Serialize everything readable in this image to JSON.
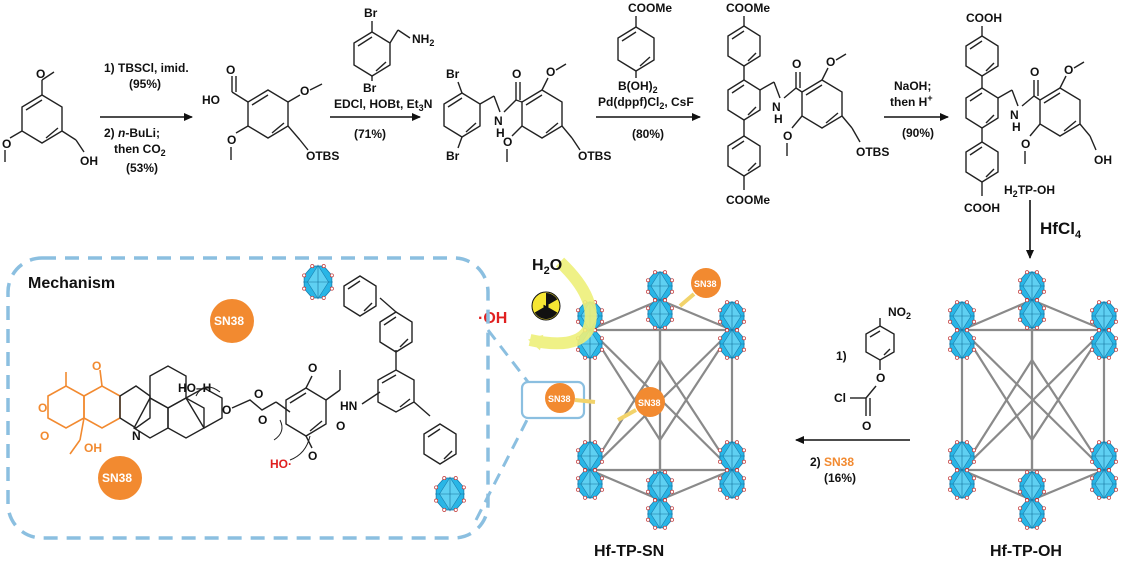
{
  "step1": {
    "reagent1": "1) TBSCl, imid.",
    "yield1": "(95%)",
    "reagent2_prefix": "2) ",
    "reagent2_italic": "n",
    "reagent2_rest": "-BuLi;",
    "reagent3_prefix": "then CO",
    "reagent3_sub": "2",
    "yield2": "(53%)"
  },
  "step2": {
    "amine_label": "NH",
    "amine_sub": "2",
    "br_top": "Br",
    "br_bottom": "Br",
    "reagent_prefix": "EDCl, HOBt, Et",
    "reagent_sub": "3",
    "reagent_suffix": "N",
    "yield": "(71%)"
  },
  "step3": {
    "top_label": "COOMe",
    "boronic_prefix": "B(OH)",
    "boronic_sub": "2",
    "catalyst_prefix": "Pd(dppf)Cl",
    "catalyst_sub": "2",
    "catalyst_suffix": ", CsF",
    "yield": "(80%)"
  },
  "step4": {
    "reagent1": "NaOH;",
    "reagent2_prefix": "then H",
    "reagent2_sup": "+",
    "yield": "(90%)"
  },
  "molecules": {
    "ho": "HO",
    "o": "O",
    "otbs": "OTBS",
    "oh": "OH",
    "nh": "N",
    "nh_h": "H",
    "br": "Br",
    "coome": "COOMe",
    "cooh": "COOH",
    "ligand_label_prefix": "H",
    "ligand_label_sub": "2",
    "ligand_label_suffix": "TP-OH"
  },
  "mof_step": {
    "reagent": "HfCl",
    "reagent_sub": "4",
    "product": "Hf-TP-OH"
  },
  "conjugation": {
    "step1": "1)",
    "no2_prefix": "NO",
    "no2_sub": "2",
    "cl": "Cl",
    "o": "O",
    "step2_prefix": "2) ",
    "step2_drug": "SN38",
    "yield": "(16%)",
    "product": "Hf-TP-SN"
  },
  "radiation": {
    "water_prefix": "H",
    "water_sub": "2",
    "water_suffix": "O",
    "radical": "·OH",
    "sn38_badge": "SN38"
  },
  "mechanism": {
    "title": "Mechanism",
    "sn38_top": "SN38",
    "sn38_bottom": "SN38",
    "hoh": "HO–H",
    "ho_radical": "HO·",
    "hn": "HN",
    "n": "N",
    "oh": "OH",
    "o": "O"
  },
  "colors": {
    "cluster": "#29b6e6",
    "drug": "#f28a30",
    "frame": "#8bbfe0",
    "radical_arrow": "#eef07a"
  }
}
